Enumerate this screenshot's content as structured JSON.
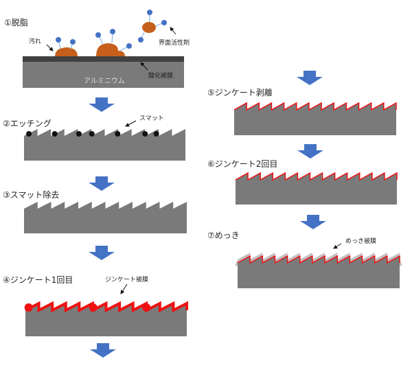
{
  "colors": {
    "substrate": "#7a7a7a",
    "oxide": "#404040",
    "dirt": "#c65f1b",
    "surfactant": "#4472c4",
    "arrow": "#4472c4",
    "zincate": "#ee1111",
    "plating": "#c0c0c0",
    "smut": "#111111"
  },
  "steps": [
    {
      "label": "①脱脂",
      "annotations": {
        "dirt": "汚れ",
        "surfactant": "界面活性剤",
        "oxide": "酸化被膜",
        "substrate": "アルミニウム"
      }
    },
    {
      "label": "②エッチング",
      "annotations": {
        "smut": "スマット"
      }
    },
    {
      "label": "③スマット除去"
    },
    {
      "label": "④ジンケート1回目",
      "annotations": {
        "zincate": "ジンケート被膜"
      }
    },
    {
      "label": "⑤ジンケート剥離"
    },
    {
      "label": "⑥ジンケート2回目"
    },
    {
      "label": "⑦めっき",
      "annotations": {
        "plating": "めっき被膜"
      }
    }
  ]
}
